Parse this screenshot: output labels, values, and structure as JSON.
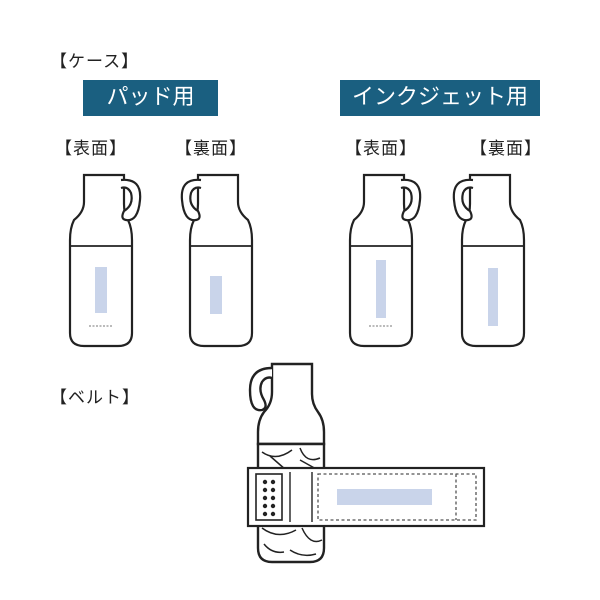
{
  "case_heading": "【ケース】",
  "belt_heading": "【ベルト】",
  "colors": {
    "banner": "#1a5f80",
    "print_area": "#c9d4ea",
    "outline": "#222222"
  },
  "sections": [
    {
      "banner": "パッド用",
      "front_label": "【表面】",
      "back_label": "【裏面】"
    },
    {
      "banner": "インクジェット用",
      "front_label": "【表面】",
      "back_label": "【裏面】"
    }
  ],
  "icons": {
    "bottle": "bottle-icon",
    "belt": "belt-icon"
  }
}
